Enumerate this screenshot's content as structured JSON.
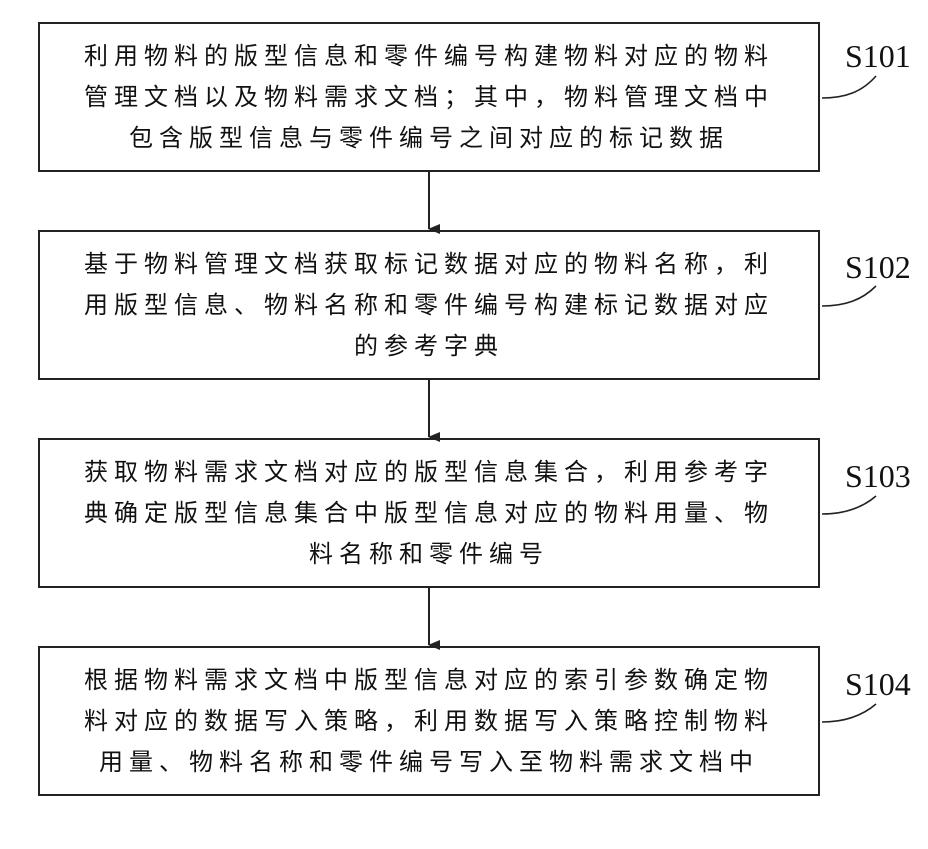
{
  "steps": [
    {
      "id": "S101",
      "lines": [
        "利用物料的版型信息和零件编号构建物料对应的物料",
        "管理文档以及物料需求文档；其中，物料管理文档中",
        "包含版型信息与零件编号之间对应的标记数据"
      ]
    },
    {
      "id": "S102",
      "lines": [
        "基于物料管理文档获取标记数据对应的物料名称，利",
        "用版型信息、物料名称和零件编号构建标记数据对应",
        "的参考字典"
      ]
    },
    {
      "id": "S103",
      "lines": [
        "获取物料需求文档对应的版型信息集合，利用参考字",
        "典确定版型信息集合中版型信息对应的物料用量、物",
        "料名称和零件编号"
      ]
    },
    {
      "id": "S104",
      "lines": [
        "根据物料需求文档中版型信息对应的索引参数确定物",
        "料对应的数据写入策略，利用数据写入策略控制物料",
        "用量、物料名称和零件编号写入至物料需求文档中"
      ]
    }
  ],
  "colors": {
    "stroke": "#222222",
    "text": "#111111"
  }
}
